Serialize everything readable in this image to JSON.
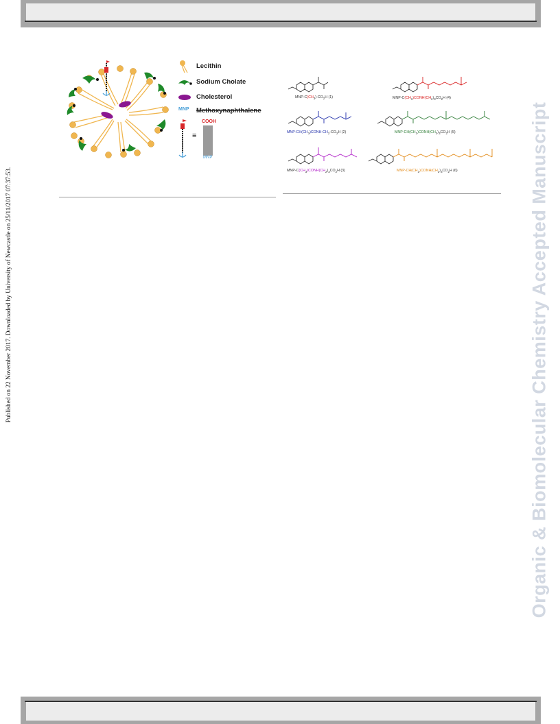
{
  "side_note": "Published on 22 November 2017. Downloaded by University of Newcastle on 25/11/2017 07:37:53.",
  "watermark": "Organic & Biomolecular Chemistry Accepted Manuscript",
  "colors": {
    "lecithin": "#f0b64f",
    "sodium_cholate": "#1f8a2a",
    "cholesterol": "#8a1790",
    "mnp": "#4aa0d8",
    "flag": "#d8282a",
    "compound_1": "#333333",
    "compound_2": "#1b2aa8",
    "compound_3": "#b020c8",
    "compound_4": "#d81e1e",
    "compound_5": "#2a7a32",
    "compound_6": "#e28a18"
  },
  "legend": {
    "lecithin": "Lecithin",
    "sodium_cholate": "Sodium Cholate",
    "cholesterol": "Cholesterol",
    "mnp_abbrev": "MNP",
    "mnp": "Methoxynaphthalene",
    "cooh": "COOH",
    "mnp_bottom": "MNP",
    "equiv": "≡"
  },
  "compounds": [
    {
      "id": "1",
      "parts": [
        "MNP-C",
        "(CH",
        "3",
        ")-CO",
        "2",
        "H (1)"
      ]
    },
    {
      "id": "2",
      "parts": [
        "MNP-CH(CH",
        "3",
        ")CONH-CH",
        "2",
        "-CO",
        "2",
        "H (2)"
      ]
    },
    {
      "id": "3",
      "parts": [
        "MNP-C",
        "(CH",
        "3",
        ")CONH(CH",
        "2",
        ")",
        "3",
        "CO",
        "2",
        "H (3)"
      ]
    },
    {
      "id": "4",
      "parts": [
        "MNP-C",
        "(CH",
        "3",
        ")CONH(CH",
        "2",
        ")",
        "3",
        "CO",
        "2",
        "H (4)"
      ]
    },
    {
      "id": "5",
      "parts": [
        "MNP-CH(CH",
        "3",
        ")CONH(CH",
        "2",
        ")",
        "3",
        "CO",
        "2",
        "H (5)"
      ]
    },
    {
      "id": "6",
      "parts": [
        "MNP-CH(CH",
        "3",
        ")CONH(CH",
        "2",
        ")",
        "3",
        "CO",
        "2",
        "H (6)"
      ]
    }
  ]
}
